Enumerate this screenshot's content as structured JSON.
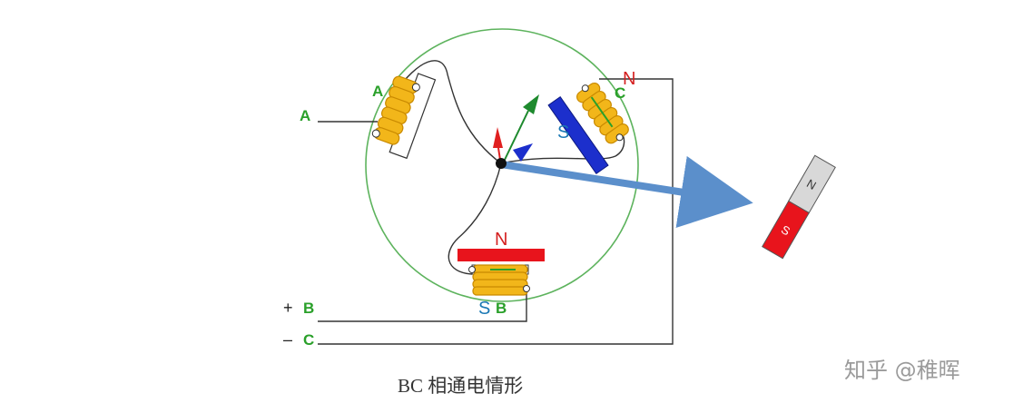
{
  "colors": {
    "stator_circle": "#5db35d",
    "coil": "#f2b61a",
    "coil_edge": "#c98a00",
    "magnet_red": "#e8141c",
    "magnet_blue": "#1c2fcc",
    "arrow_blue": "#5b8fcb",
    "arrow_green": "#1e8a2e",
    "wire": "#333333",
    "label_green": "#2aa02a",
    "label_red": "#d42020",
    "label_blue": "#1a78b4"
  },
  "labels": {
    "terminal_a": "A",
    "terminal_b_sign": "+",
    "terminal_b": "B",
    "terminal_c_sign": "–",
    "terminal_c": "C",
    "coil_a": "A",
    "coil_b": "B",
    "coil_c": "C",
    "pole_c_n": "N",
    "pole_c_s": "S",
    "pole_b_n": "N",
    "pole_b_s": "S",
    "bar_magnet_n": "N",
    "bar_magnet_s": "S"
  },
  "caption": "BC 相通电情形",
  "watermark": "知乎 @稚晖"
}
